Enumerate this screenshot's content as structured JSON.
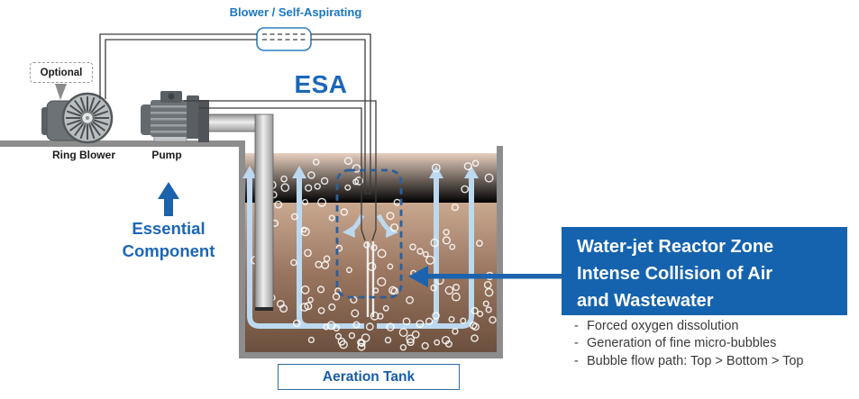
{
  "diagram": {
    "blower_label": "Blower / Self-Aspirating",
    "esa_label": "ESA",
    "optional_label": "Optional",
    "ring_blower_label": "Ring Blower",
    "pump_label": "Pump",
    "essential_line1": "Essential",
    "essential_line2": "Component",
    "aeration_tank_label": "Aeration Tank"
  },
  "callout": {
    "title_lines": [
      "Water-jet Reactor Zone",
      "Intense Collision of Air",
      "and Wastewater"
    ],
    "bullet_char": "-",
    "bullets": [
      "Forced oxygen dissolution",
      "Generation of fine micro-bubbles",
      "Bubble flow path: Top > Bottom > Top"
    ]
  },
  "icons": {
    "ring_blower": "ring-blower-icon",
    "pump": "pump-icon",
    "blower_unit": "blower-unit-box",
    "up_arrow": "up-arrow-icon",
    "callout_arrow": "callout-arrow-icon"
  },
  "colors": {
    "accent_blue": "#1563ae",
    "label_blue": "#1877c3",
    "text_blue": "#1b66b8",
    "flow_light_blue": "#bdd9ef",
    "zone_dash_blue": "#2e5f98",
    "tank_top": "#e7cfbf",
    "tank_bottom": "#6b4f3d",
    "metal_gray": "#8d8d8d"
  }
}
